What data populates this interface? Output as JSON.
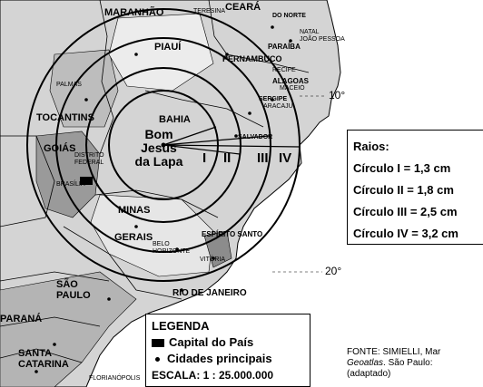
{
  "map": {
    "center_label": [
      "Bom",
      "Jesus",
      "da Lapa"
    ],
    "ring_labels": [
      "I",
      "II",
      "III",
      "IV"
    ],
    "latitude_labels": [
      "10°",
      "20°"
    ],
    "region_labels": {
      "maranhao": "MARANHÃO",
      "teresina": "TERESINA",
      "ceara": "CEARÁ",
      "rio_grande_do_norte": "DO NORTE",
      "piaui": "PIAUÍ",
      "paraiba": "PARAÍBA",
      "pernambuco": "PERNAMBUCO",
      "alagoas": "ALAGOAS",
      "sergipe": "SERGIPE",
      "tocantins": "TOCANTINS",
      "bahia": "BAHIA",
      "goias": "GOIÁS",
      "distrito_federal": "DISTRITO FEDERAL",
      "minas": "MINAS",
      "gerais": "GERAIS",
      "espirito_santo": "ESPÍRITO SANTO",
      "sao_paulo": "SÃO PAULO",
      "rio_de_janeiro": "RIO DE JANEIRO",
      "parana": "PARANÁ",
      "santa_catarina": "SANTA CATARINA",
      "salvador": "SALVADOR",
      "belo_horizonte": "BELO HORIZONTE",
      "palmas": "PALMAS",
      "brasilia": "BRASÍLIA",
      "vitoria": "VITÓRIA",
      "recife": "RECIFE",
      "aracaju": "ARACAJU",
      "maceio": "MACEIÓ",
      "natal": "NATAL",
      "joao_pessoa": "JOÃO PESSOA",
      "florianopolis": "FLORIANÓPOLIS"
    },
    "colors": {
      "land": "#c8c8c8",
      "ocean": "#ffffff",
      "lines": "#000000",
      "capital": "#000000"
    }
  },
  "raios": {
    "title": "Raios:",
    "items": [
      "Círculo I = 1,3 cm",
      "Círculo II = 1,8 cm",
      "Círculo III = 2,5 cm",
      "Círculo IV = 3,2 cm"
    ]
  },
  "legenda": {
    "title": "LEGENDA",
    "capital": "Capital do País",
    "cidades": "Cidades principais",
    "escala": "ESCALA: 1 : 25.000.000"
  },
  "fonte": {
    "line1": "FONTE: SIMIELLI, Mar",
    "line2_italic": "Geoatlas",
    "line2_rest": ". São Paulo: ",
    "line3": "(adaptado)"
  }
}
